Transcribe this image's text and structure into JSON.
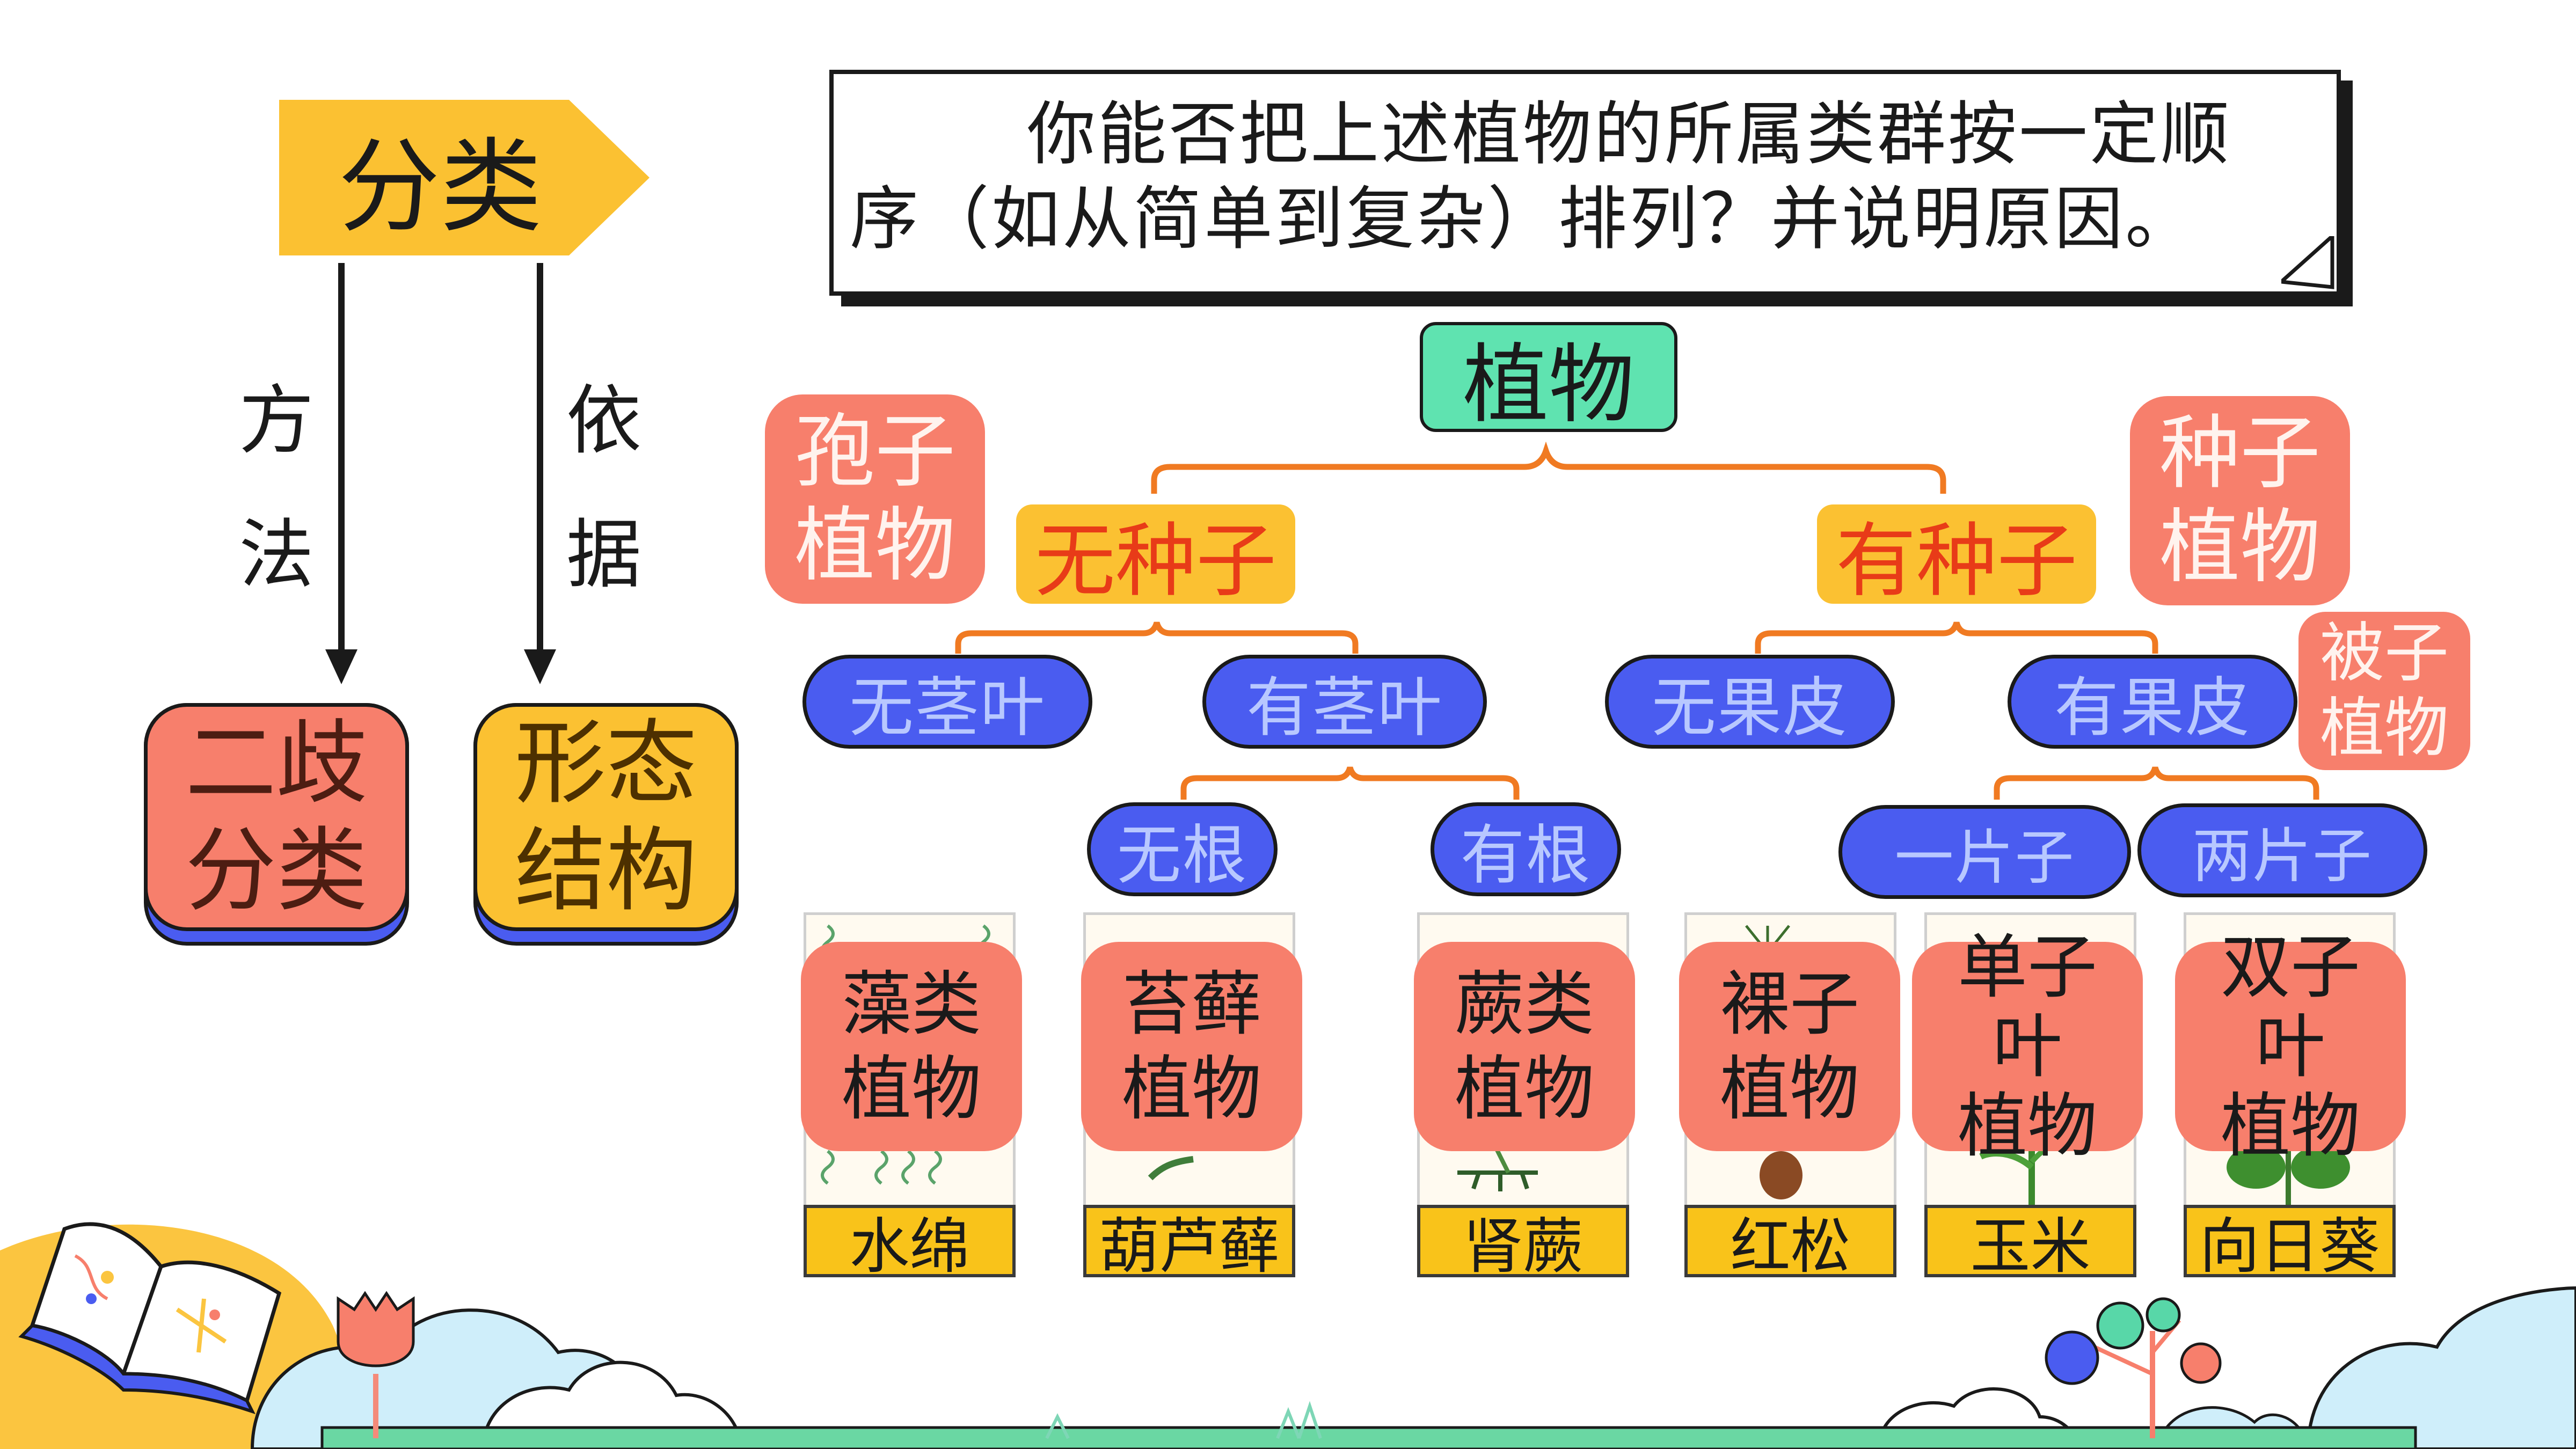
{
  "header": {
    "classify_label": "分类"
  },
  "method": {
    "label_line1": "方",
    "label_line2": "法",
    "result_line1": "二歧",
    "result_line2": "分类"
  },
  "basis": {
    "label_line1": "依",
    "label_line2": "据",
    "result_line1": "形态",
    "result_line2": "结构"
  },
  "question": {
    "line1": "你能否把上述植物的所属类群按一定顺",
    "line2": "序（如从简单到复杂）排列？并说明原因。"
  },
  "tree": {
    "root": "植物",
    "spore_group_line1": "孢子",
    "spore_group_line2": "植物",
    "seed_group_line1": "种子",
    "seed_group_line2": "植物",
    "angio_group_line1": "被子",
    "angio_group_line2": "植物",
    "no_seed": "无种子",
    "has_seed": "有种子",
    "no_stem_leaf": "无茎叶",
    "has_stem_leaf": "有茎叶",
    "no_peel": "无果皮",
    "has_peel": "有果皮",
    "no_root": "无根",
    "has_root": "有根",
    "one_cotyledon": "一片子",
    "two_cotyledon": "两片子"
  },
  "plants": [
    {
      "group_line1": "藻类",
      "group_line2": "植物",
      "name": "水绵"
    },
    {
      "group_line1": "苔藓",
      "group_line2": "植物",
      "name": "葫芦藓"
    },
    {
      "group_line1": "蕨类",
      "group_line2": "植物",
      "name": "肾蕨"
    },
    {
      "group_line1": "裸子",
      "group_line2": "植物",
      "name": "红松"
    },
    {
      "group_line1": "单子",
      "group_line2": "叶",
      "group_line3": "植物",
      "name": "玉米"
    },
    {
      "group_line1": "双子",
      "group_line2": "叶",
      "group_line3": "植物",
      "name": "向日葵"
    }
  ],
  "colors": {
    "yellow": "#fbc132",
    "salmon": "#f77f6c",
    "blue_pill": "#4a5cf0",
    "teal": "#5fe3b0",
    "orange_line": "#f07a22",
    "green_ground": "#6ad7a3",
    "sky_blue": "#bfe8f7"
  },
  "icons": [
    "book-icon",
    "tulip-icon",
    "balloon-tree-icon",
    "cloud-icon"
  ]
}
